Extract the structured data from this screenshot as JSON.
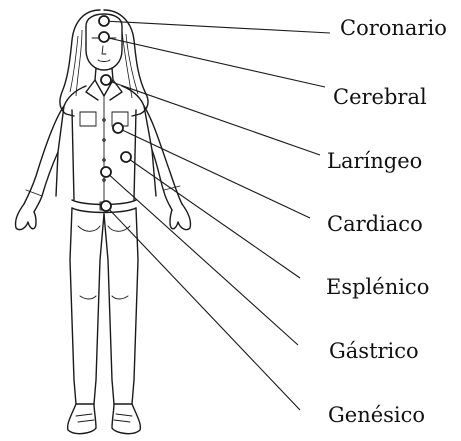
{
  "labels": {
    "coronario": "Coronario",
    "cerebral": "Cerebral",
    "laringeo": "Laríngeo",
    "cardiaco": "Cardiaco",
    "esplenico": "Esplénico",
    "gastrico": "Gástrico",
    "genesico": "Genésico"
  }
}
